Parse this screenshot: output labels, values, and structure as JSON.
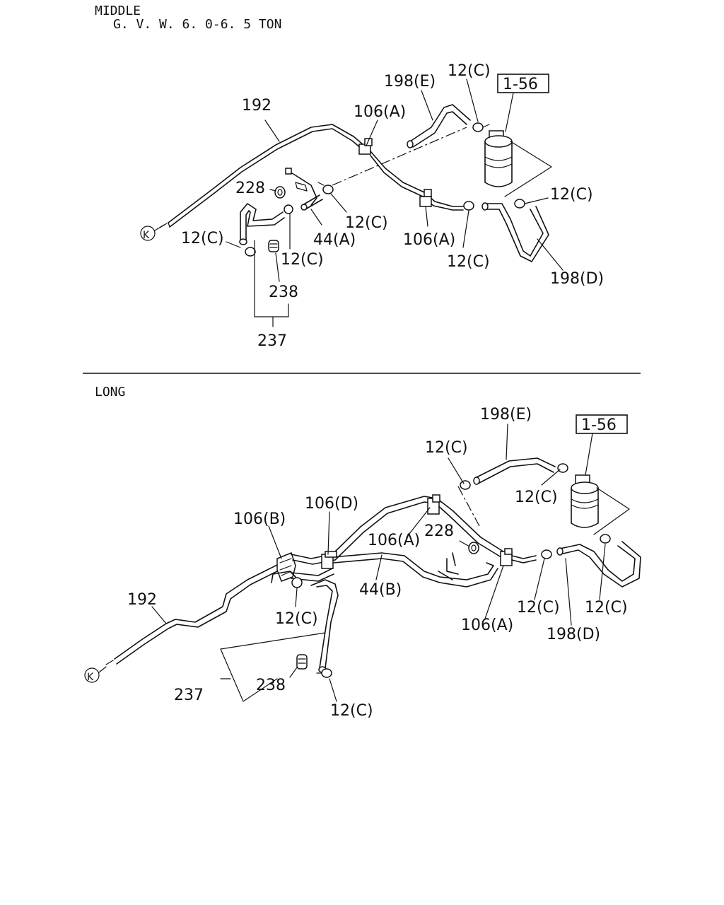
{
  "middle": {
    "header_line1": "MIDDLE",
    "header_line2": "G. V. W. 6. 0-6. 5  TON",
    "ref_box": "1-56",
    "labels": {
      "l192": "192",
      "l198e": "198(E)",
      "l12c_top": "12(C)",
      "l106a_top": "106(A)",
      "l228": "228",
      "l12c_right": "12(C)",
      "l12c_mid": "12(C)",
      "l44a": "44(A)",
      "l106a_low": "106(A)",
      "l12c_left": "12(C)",
      "l12c_under": "12(C)",
      "l12c_low": "12(C)",
      "l238": "238",
      "l198d": "198(D)",
      "l237": "237",
      "k_marker": "K"
    }
  },
  "long": {
    "header": "LONG",
    "ref_box": "1-56",
    "labels": {
      "l198e": "198(E)",
      "l12c_top": "12(C)",
      "l12c_right": "12(C)",
      "l106d": "106(D)",
      "l106b": "106(B)",
      "l106a_mid": "106(A)",
      "l228": "228",
      "l192": "192",
      "l44b": "44(B)",
      "l12c_left": "12(C)",
      "l106a_low": "106(A)",
      "l12c_low1": "12(C)",
      "l12c_low2": "12(C)",
      "l198d": "198(D)",
      "l237": "237",
      "l238": "238",
      "l12c_bottom": "12(C)",
      "k_marker": "K"
    }
  }
}
